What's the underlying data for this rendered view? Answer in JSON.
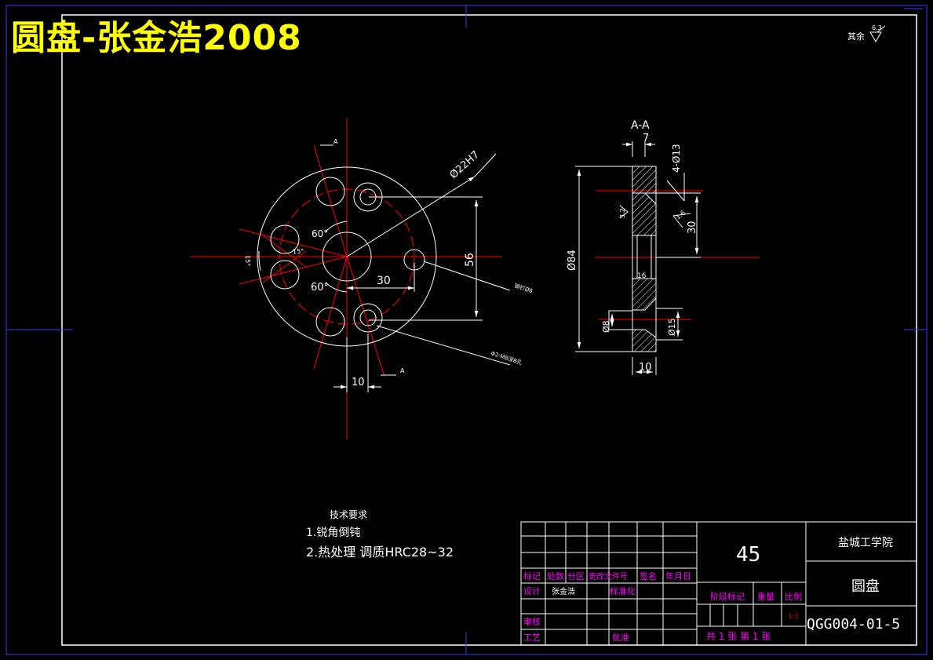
{
  "drawing": {
    "title": "圆盘-张金浩2008",
    "roughness": {
      "label": "其余",
      "value": "6.3"
    },
    "section_label": "A-A",
    "section_marks": [
      "A",
      "A"
    ],
    "dimensions": {
      "front": {
        "bore": "Ø22H7",
        "angle_top": "60°",
        "angle_bottom": "60°",
        "angle_left_a": "15°",
        "angle_left_b": "15°",
        "spacing_30": "30",
        "height_56": "56",
        "width_10": "10",
        "pin_hole": "销钉Ø8",
        "thread_hole": "Φ2-M8深8孔"
      },
      "section": {
        "width_7": "7",
        "holes_13": "4-Ø13",
        "diam_84": "Ø84",
        "height_30": "30",
        "depth_16": "16",
        "diam_8": "Ø8",
        "diam_15": "Ø15",
        "width_10": "10",
        "rough_32": "3.2",
        "rough_16": "1.6"
      }
    },
    "tech_requirements": {
      "title": "技术要求",
      "items": [
        "1.锐角倒钝",
        "2.热处理 调质HRC28~32"
      ]
    }
  },
  "title_block": {
    "material": "45",
    "school": "盐城工学院",
    "part_name": "圆盘",
    "drawing_number": "QGG004-01-5",
    "headers": [
      "标记",
      "处数",
      "分区",
      "更改文件号",
      "签名",
      "年月日"
    ],
    "design_label": "设计",
    "designer": "张金浩",
    "standardize_label": "标准化",
    "stage_label": "阶段标记",
    "weight_label": "重量",
    "scale_label": "比例",
    "scale_value": "1:1",
    "review_label": "审核",
    "process_label": "工艺",
    "approve_label": "批准",
    "sheets": "共 1 张   第 1 张"
  },
  "colors": {
    "background": "#000000",
    "lines": "#ffffff",
    "centerlines": "#ff0000",
    "frame": "#0000ff",
    "title": "#ffff00",
    "title_block_labels": "#ff00ff"
  }
}
